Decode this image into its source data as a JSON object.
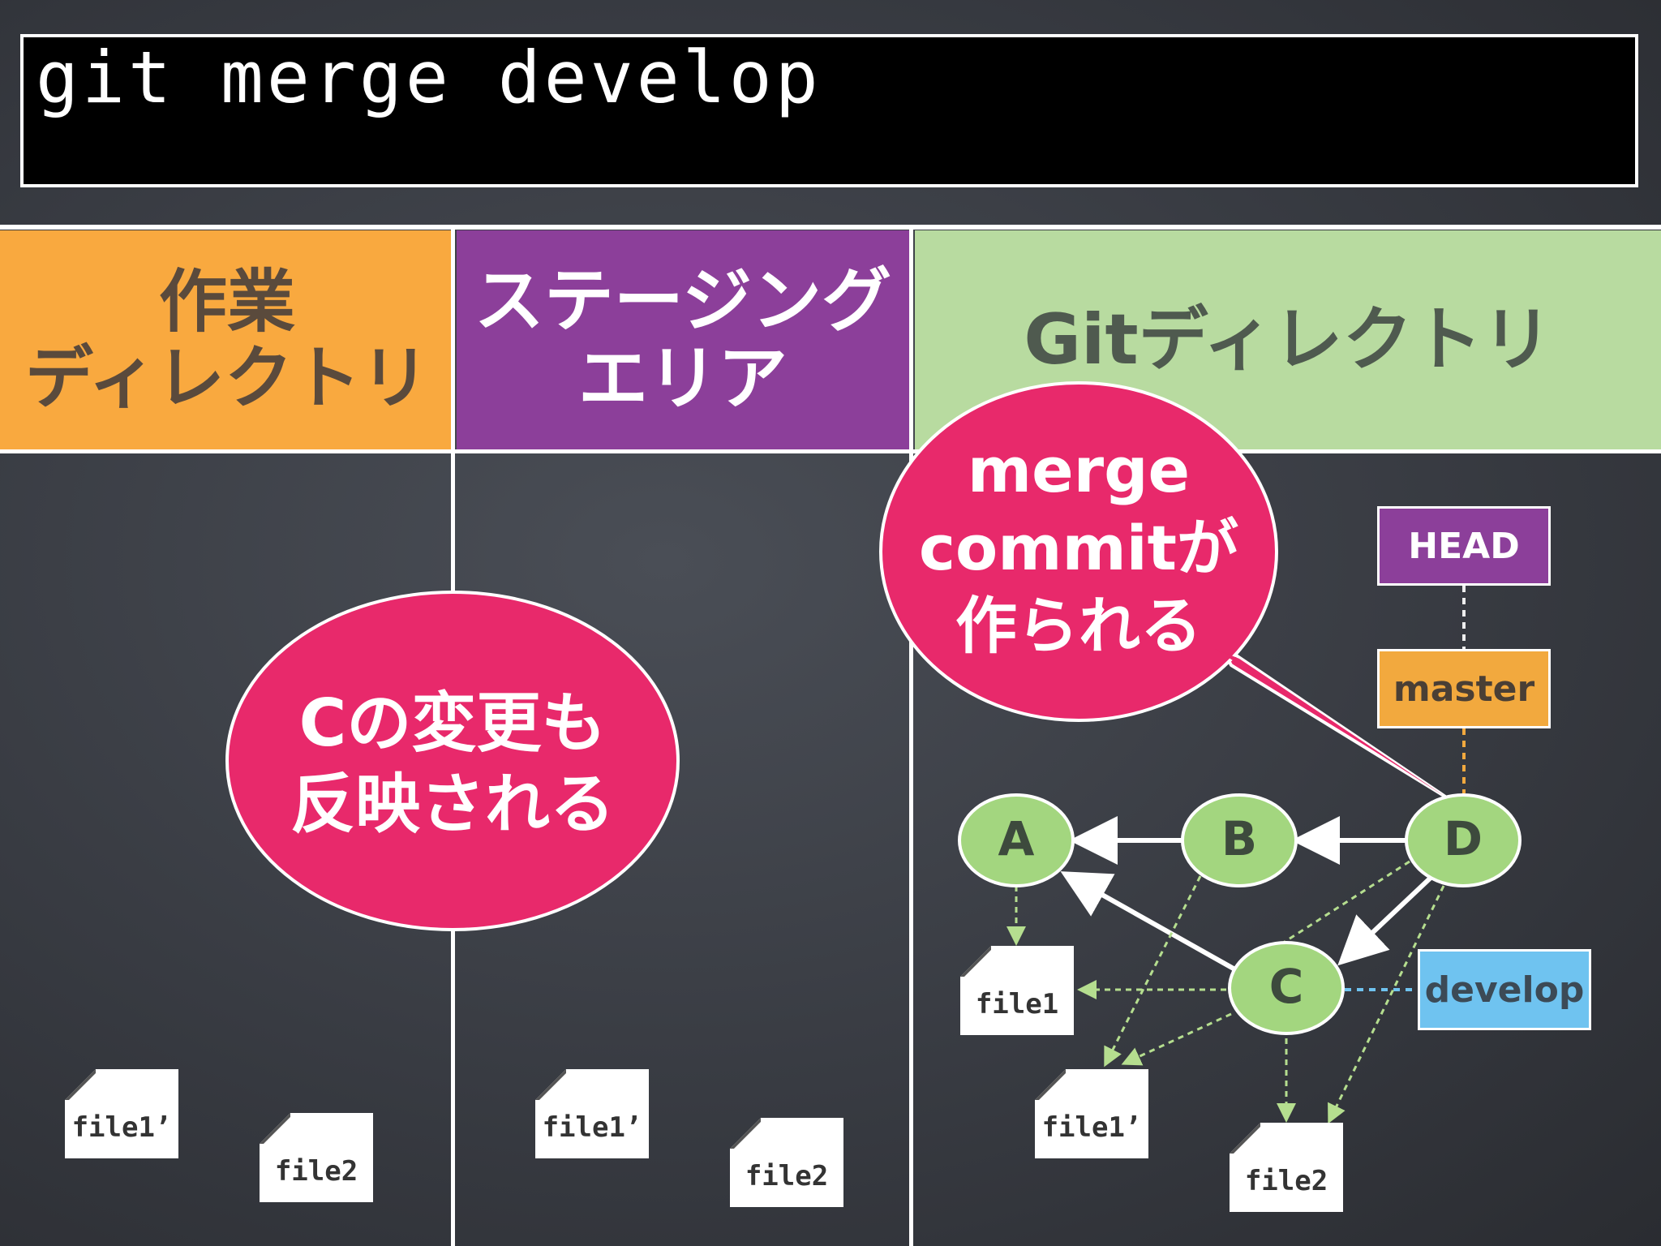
{
  "command": {
    "text": "git merge develop"
  },
  "headers": {
    "working": [
      "作業",
      "ディレクトリ"
    ],
    "staging": [
      "ステージング",
      "エリア"
    ],
    "git": [
      "Gitディレクトリ"
    ]
  },
  "bubbles": {
    "reflect": [
      "Cの変更も",
      "反映される"
    ],
    "merge_commit": [
      "merge",
      "commitが",
      "作られる"
    ]
  },
  "commits": {
    "a": "A",
    "b": "B",
    "c": "C",
    "d": "D"
  },
  "refs": {
    "head": "HEAD",
    "master": "master",
    "develop": "develop"
  },
  "files": {
    "work_file1": "file1’",
    "work_file2": "file2",
    "stage_file1": "file1’",
    "stage_file2": "file2",
    "git_file1": "file1",
    "git_file1p": "file1’",
    "git_file2": "file2"
  },
  "colors": {
    "working": "#f9a93f",
    "staging": "#8c3f9a",
    "git": "#b8dba0",
    "bubble": "#e8296b",
    "commit": "#a3d67f",
    "head": "#8c3f9a",
    "master": "#f2a93e",
    "develop": "#6fc3f0"
  }
}
